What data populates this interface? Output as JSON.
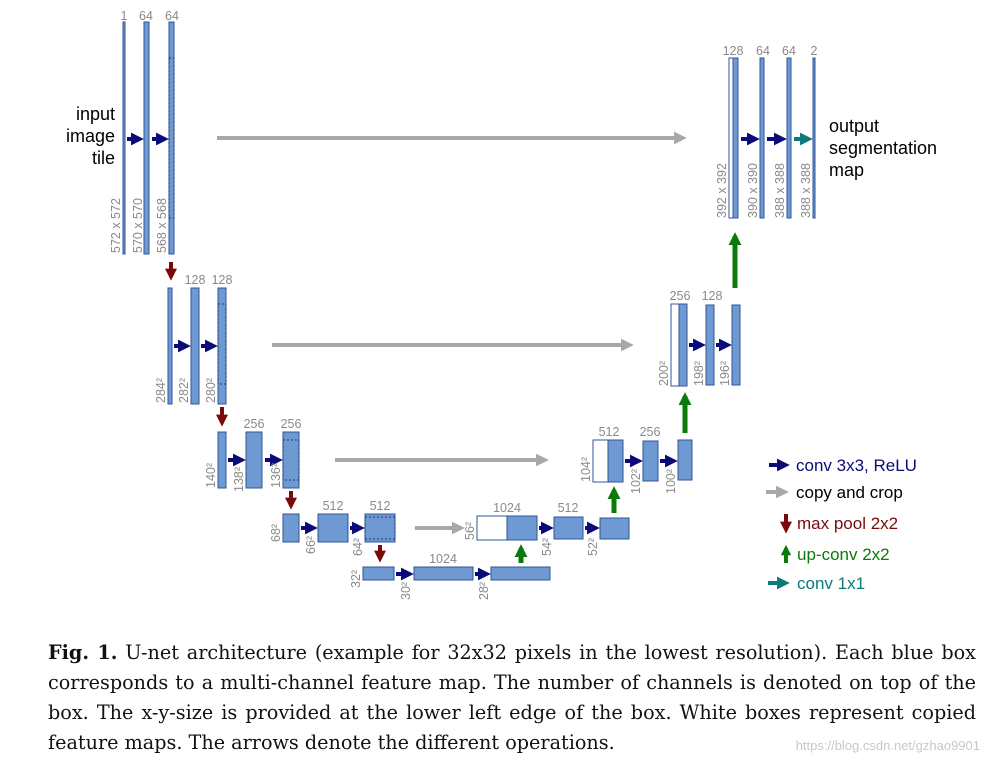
{
  "input_label": [
    "input",
    "image",
    "tile"
  ],
  "output_label": [
    "output",
    "segmentation",
    "map"
  ],
  "channel_labels": {
    "c1": "1",
    "c2": "64",
    "c3": "64",
    "c4": "128",
    "c5": "128",
    "c6": "256",
    "c7": "256",
    "c8": "512",
    "c9": "512",
    "c10": "1024",
    "c11": "1024",
    "c12": "512",
    "c13": "512",
    "c14": "256",
    "c15": "256",
    "c16": "128",
    "c17": "128",
    "c18": "64",
    "c19": "64",
    "c20": "2"
  },
  "size_labels": {
    "s1": "572 x 572",
    "s2": "570 x 570",
    "s3": "568 x 568",
    "s4": "284²",
    "s5": "282²",
    "s6": "280²",
    "s7": "140²",
    "s8": "138²",
    "s9": "136²",
    "s10": "68²",
    "s11": "66²",
    "s12": "64²",
    "s13": "32²",
    "s14": "30²",
    "s15": "28²",
    "s16": "56²",
    "s17": "54²",
    "s18": "52²",
    "s19": "104²",
    "s20": "102²",
    "s21": "100²",
    "s22": "200²",
    "s23": "198²",
    "s24": "196²",
    "s25": "392 x 392",
    "s26": "390 x 390",
    "s27": "388 x 388",
    "s28": "388 x 388"
  },
  "legend": [
    {
      "label": "conv 3x3, ReLU",
      "color": "#0a0a78",
      "icon": "arrow-right-icon"
    },
    {
      "label": "copy and crop",
      "color": "#000000",
      "arrow_color": "#a8a8a8",
      "icon": "arrow-right-icon"
    },
    {
      "label": "max pool 2x2",
      "color": "#7a0a0a",
      "icon": "arrow-down-icon"
    },
    {
      "label": "up-conv 2x2",
      "color": "#0a7a0a",
      "icon": "arrow-up-icon"
    },
    {
      "label": "conv 1x1",
      "color": "#0a7a7a",
      "icon": "arrow-right-icon"
    }
  ],
  "colors": {
    "box_fill": "#6f99d2",
    "box_stroke": "#2f5597",
    "conv": "#0a0a78",
    "copy": "#a8a8a8",
    "pool": "#7a0a0a",
    "up": "#0a7a0a",
    "conv1x1": "#0a7a7a"
  },
  "caption": {
    "fig_label": "Fig. 1.",
    "text": " U-net architecture (example for 32x32 pixels in the lowest resolution). Each blue box corresponds to a multi-channel feature map. The number of channels is denoted on top of the box. The x-y-size is provided at the lower left edge of the box. White boxes represent copied feature maps. The arrows denote the different operations."
  },
  "watermark": "https://blog.csdn.net/gzhao9901"
}
